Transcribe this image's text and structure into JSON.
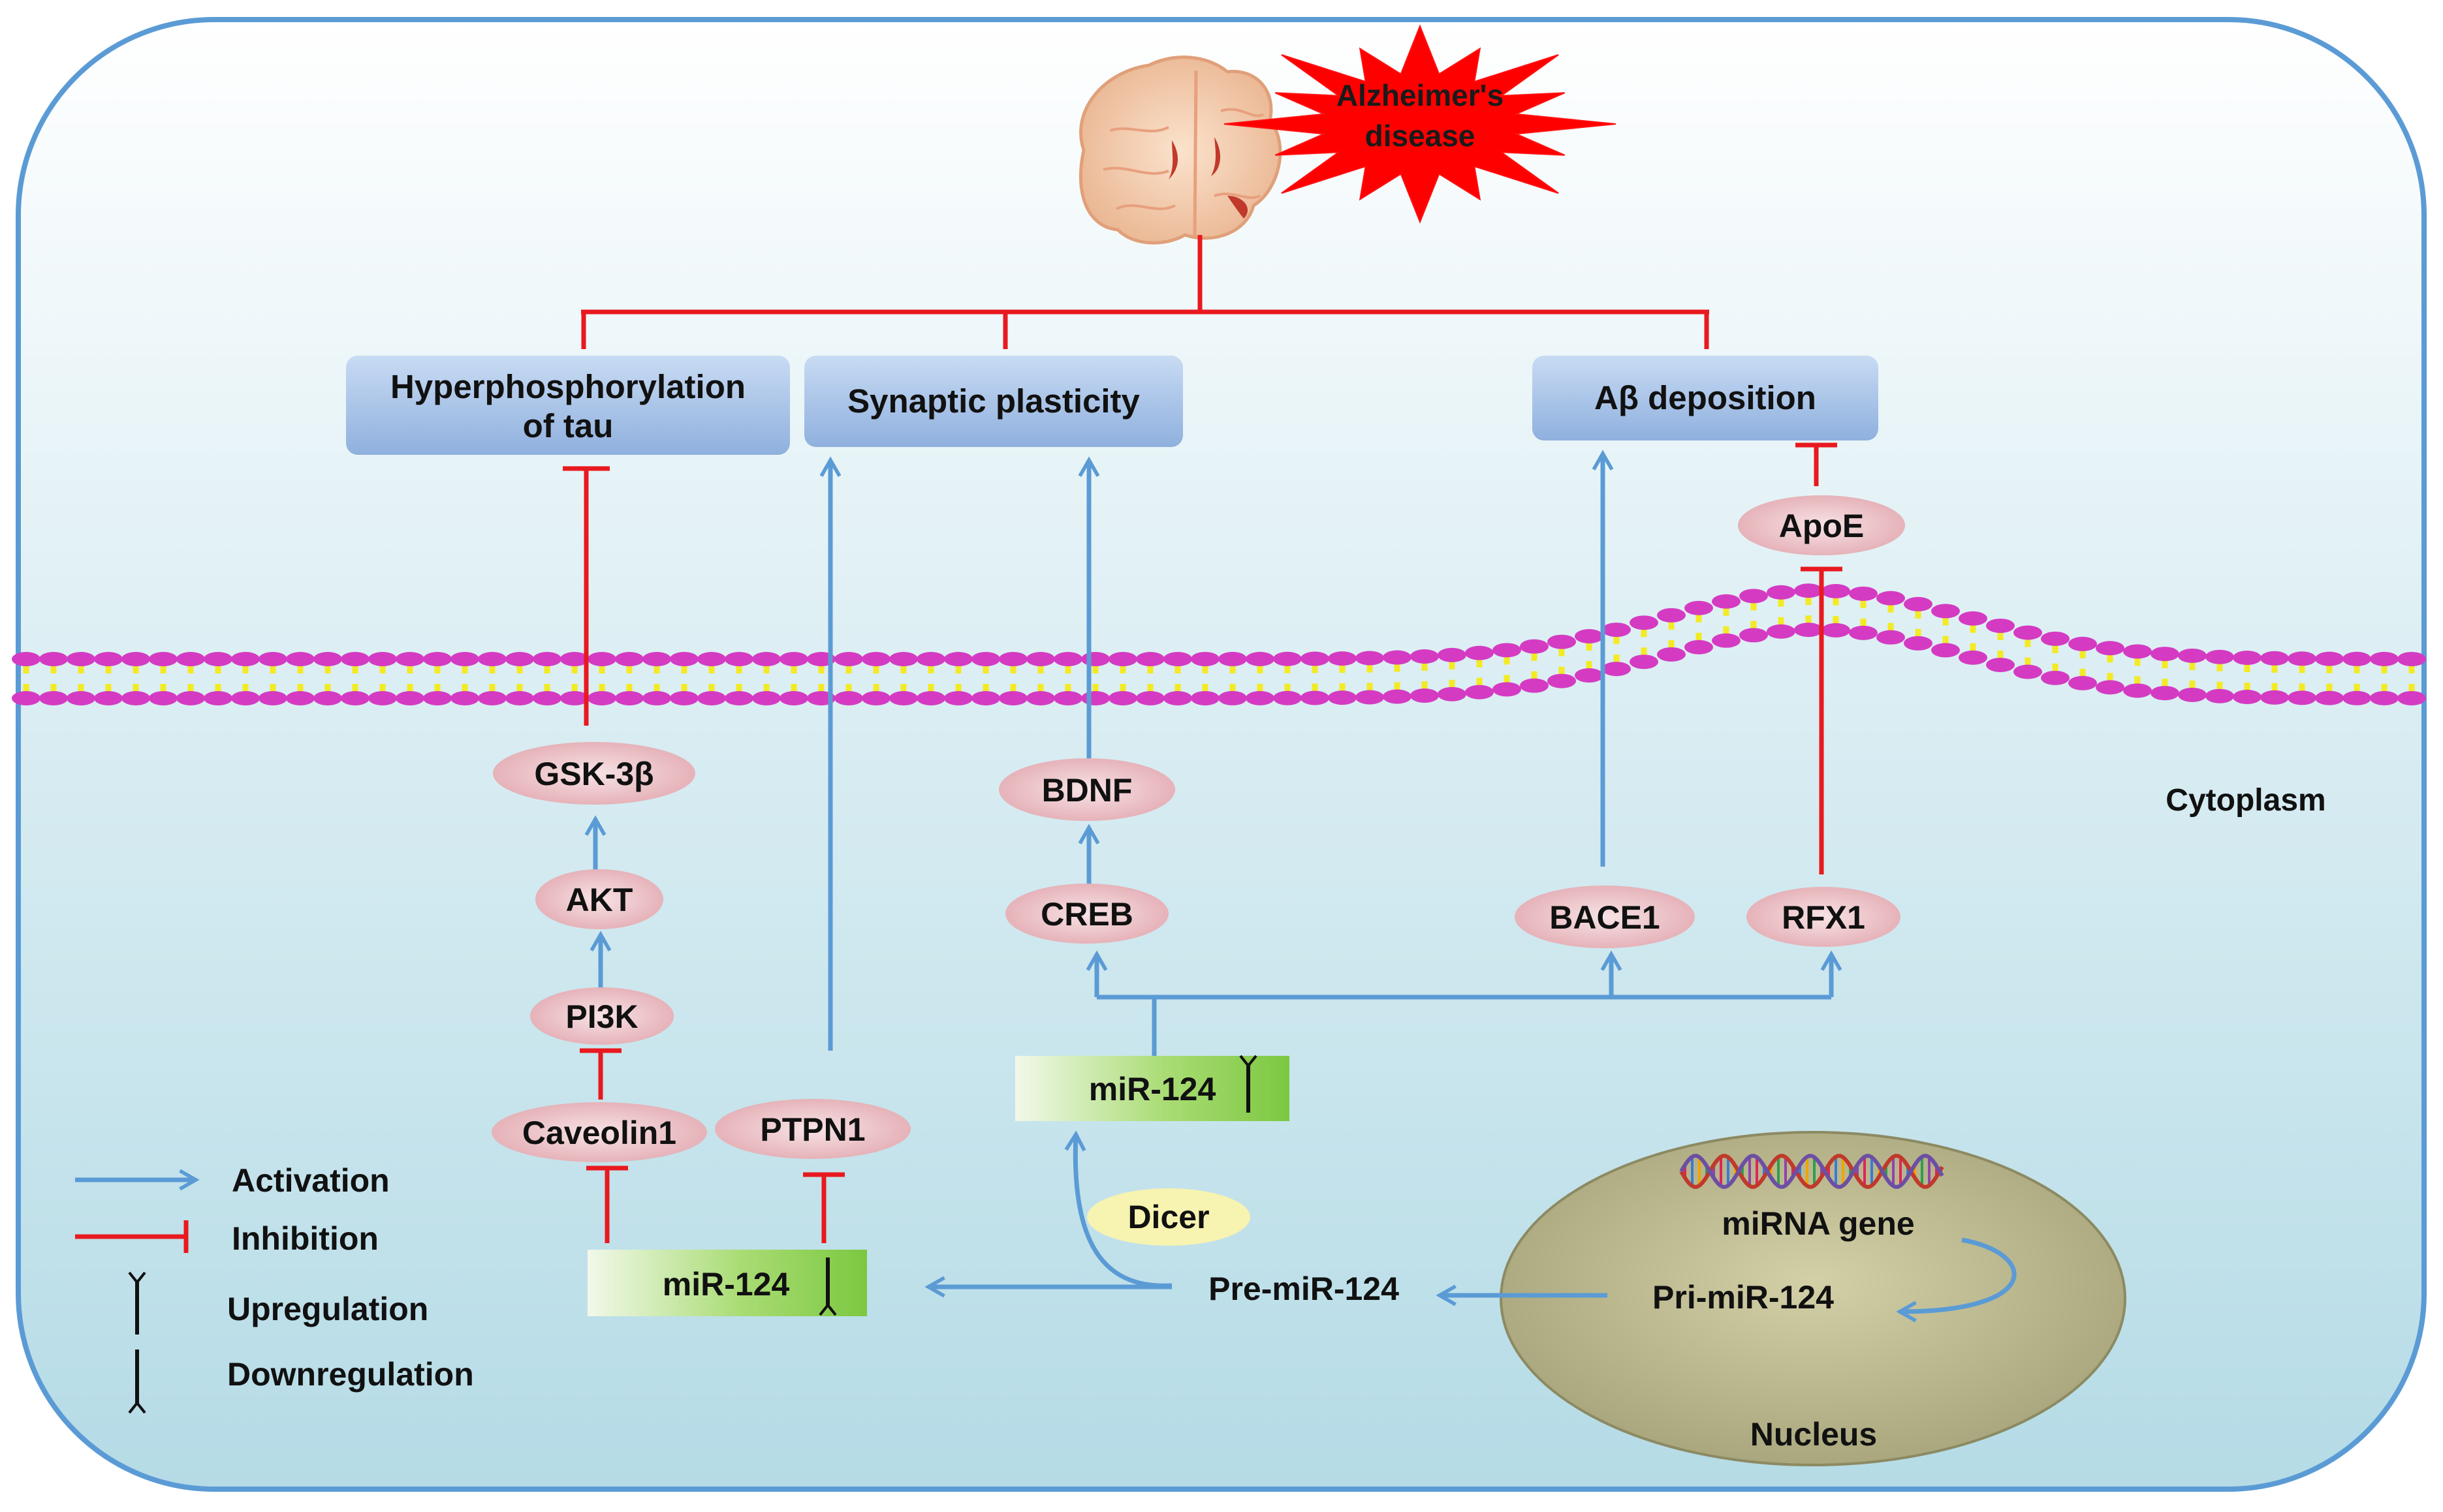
{
  "header": {
    "disease_line1": "Alzheimer's",
    "disease_line2": "disease"
  },
  "outcomes": {
    "tau_line1": "Hyperphosphorylation",
    "tau_line2": "of tau",
    "synaptic": "Synaptic plasticity",
    "abeta": "Aβ deposition"
  },
  "molecules": {
    "apoe": "ApoE",
    "gsk3b": "GSK-3β",
    "akt": "AKT",
    "pi3k": "PI3K",
    "caveolin1": "Caveolin1",
    "ptpn1": "PTPN1",
    "bdnf": "BDNF",
    "creb": "CREB",
    "bace1": "BACE1",
    "rfx1": "RFX1",
    "dicer": "Dicer"
  },
  "mirna": {
    "mir_down": "miR-124",
    "mir_up": "miR-124",
    "pre_mir": "Pre-miR-124",
    "pri_mir": "Pri-miR-124",
    "gene": "miRNA gene"
  },
  "compartments": {
    "cytoplasm": "Cytoplasm",
    "nucleus": "Nucleus"
  },
  "legend": {
    "activation": "Activation",
    "inhibition": "Inhibition",
    "upregulation": "Upregulation",
    "downregulation": "Downregulation"
  },
  "colors": {
    "activation": "#5b9bd5",
    "inhibition": "#e8191f",
    "cell_fill": "#c5e2ea",
    "membrane_head": "#d43bc2",
    "membrane_tail": "#f3ea24",
    "nucleus_fill": "#b7b58c",
    "starburst": "#ff0000",
    "outcome_box": "#a3bfe6",
    "molecule": "#eec8cc",
    "mir_box": "#8fd14f",
    "dicer": "#f7f3b0"
  }
}
